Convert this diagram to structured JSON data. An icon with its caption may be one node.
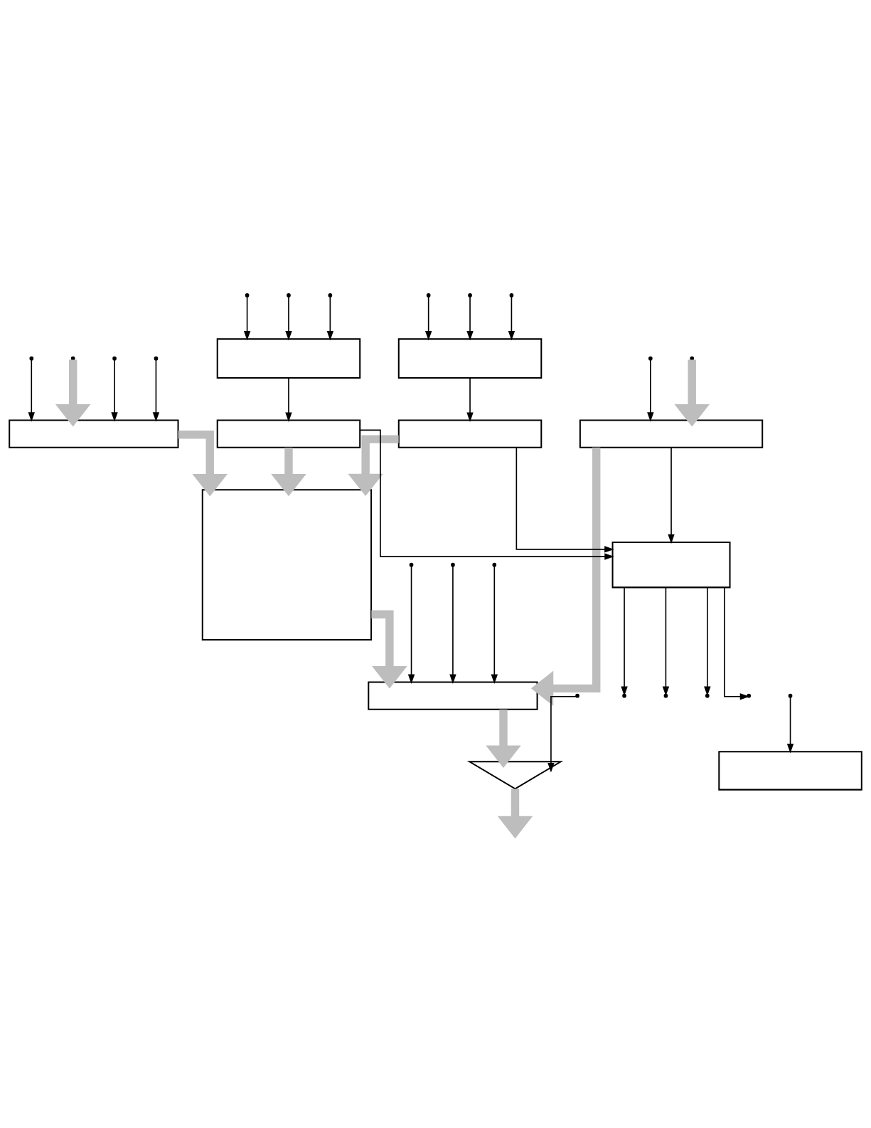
{
  "diagram": {
    "nodes": [
      {
        "text": [],
        "shape": "box"
      },
      {
        "text": [],
        "shape": "box"
      },
      {
        "text": [],
        "shape": "box"
      },
      {
        "text": [],
        "shape": "box"
      },
      {
        "text": [],
        "shape": "box"
      },
      {
        "text": [],
        "shape": "box"
      },
      {
        "text": [],
        "shape": "box"
      },
      {
        "text": [],
        "shape": "box"
      },
      {
        "text": [],
        "shape": "box"
      },
      {
        "text": [],
        "shape": "box"
      },
      {
        "text": [],
        "shape": "triangle"
      }
    ],
    "edges": [
      {
        "from": null,
        "to": 2,
        "arrow": "to"
      },
      {
        "from": null,
        "to": 0,
        "arrow": "to"
      },
      {
        "from": null,
        "to": 2,
        "arrow": "to"
      },
      {
        "from": null,
        "to": 0,
        "arrow": "to"
      },
      {
        "from": null,
        "to": 2,
        "arrow": "to"
      },
      {
        "from": null,
        "to": 0,
        "arrow": "to"
      },
      {
        "from": null,
        "to": 0,
        "arrow": "to",
        "style": "thick",
        "color": "#bdbdbd"
      },
      {
        "from": null,
        "to": 1,
        "arrow": "to"
      },
      {
        "from": null,
        "to": 1,
        "arrow": "to",
        "style": "thick",
        "color": "#bdbdbd"
      },
      {
        "from": 0,
        "to": 4,
        "arrow": "to",
        "style": "thick",
        "color": "#bdbdbd"
      },
      {
        "from": 1,
        "to": 3,
        "arrow": "to"
      },
      {
        "from": 2,
        "to": 5,
        "arrow": "to"
      },
      {
        "from": 5,
        "to": 3,
        "arrow": "to"
      },
      {
        "from": 3,
        "to": null,
        "arrow": "to"
      },
      {
        "from": 3,
        "to": null,
        "arrow": "to"
      },
      {
        "from": 3,
        "to": null,
        "arrow": "to"
      },
      {
        "from": 3,
        "to": null,
        "arrow": "to"
      },
      {
        "from": 5,
        "to": 4,
        "arrow": "to",
        "style": "thick",
        "color": "#bdbdbd"
      },
      {
        "from": 6,
        "to": 4,
        "arrow": "to",
        "style": "thick",
        "color": "#bdbdbd"
      },
      {
        "from": 6,
        "to": 3,
        "arrow": "to"
      },
      {
        "from": 1,
        "to": 8,
        "arrow": "to",
        "style": "thick",
        "color": "#bdbdbd"
      },
      {
        "from": 7,
        "to": 6,
        "arrow": "to"
      },
      {
        "from": 4,
        "to": 8,
        "arrow": "to",
        "style": "thick",
        "color": "#bdbdbd"
      },
      {
        "from": null,
        "to": 7,
        "arrow": "to"
      },
      {
        "from": null,
        "to": 8,
        "arrow": "to"
      },
      {
        "from": null,
        "to": 7,
        "arrow": "to"
      },
      {
        "from": null,
        "to": 8,
        "arrow": "to"
      },
      {
        "from": null,
        "to": 7,
        "arrow": "to"
      },
      {
        "from": null,
        "to": 8,
        "arrow": "to"
      },
      {
        "from": null,
        "to": 9,
        "arrow": "to"
      },
      {
        "from": 8,
        "to": 10,
        "arrow": "to",
        "style": "thick",
        "color": "#bdbdbd"
      },
      {
        "from": null,
        "to": 10,
        "arrow": "to"
      },
      {
        "from": 10,
        "to": null,
        "arrow": "to",
        "style": "thick",
        "color": "#bdbdbd"
      }
    ]
  }
}
